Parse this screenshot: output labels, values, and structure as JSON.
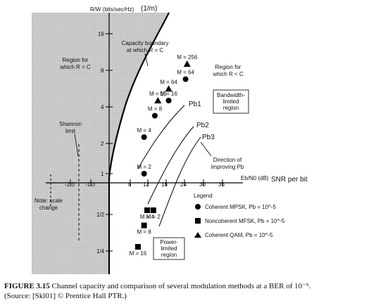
{
  "chart_data": {
    "type": "scatter",
    "y_axis_label": "R/W (bits/sec/Hz)",
    "y_axis_unit": "(1/m)",
    "x_axis_label_symbol": "Eb/N0 (dB)",
    "x_axis_label": "SNR per bit",
    "x_scale_left": "linear (scale change)",
    "x_scale_right": "dB",
    "y_scale": "log2",
    "xticks": [
      "-2.0",
      "-1.0",
      "6",
      "12",
      "18",
      "24",
      "30",
      "36"
    ],
    "yticks": [
      "16",
      "8",
      "4",
      "2",
      "1",
      "1/2",
      "1/4"
    ],
    "capacity_boundary_label": "Capacity boundary at which R = C",
    "region_above_label": "Region for which R > C",
    "region_below_label": "Region for which R < C",
    "shannon_limit_label": "Shannon limit",
    "note_label": "Note: scale change",
    "bandwidth_region_label": "Bandwidth-limited region",
    "power_region_label": "Power-limited region",
    "direction_label": "Direction of improving Pb",
    "pb_curves": [
      {
        "name": "Pb1"
      },
      {
        "name": "Pb2"
      },
      {
        "name": "Pb3"
      }
    ],
    "series": [
      {
        "name": "Coherent MPSK, Pb = 10^-5",
        "marker": "circle",
        "points": [
          {
            "label": "M = 2",
            "x": 10.5,
            "y": 1
          },
          {
            "label": "M = 4",
            "x": 10.5,
            "y": 2
          },
          {
            "label": "M = 8",
            "x": 14.0,
            "y": 3
          },
          {
            "label": "M = 16",
            "x": 18.5,
            "y": 4
          },
          {
            "label": "M = 64",
            "x": 24.0,
            "y": 6
          }
        ]
      },
      {
        "name": "Noncoherent MFSK, Pb = 10^-5",
        "marker": "square",
        "points": [
          {
            "label": "M = 4",
            "x": 11.5,
            "y": 0.5
          },
          {
            "label": "M = 2",
            "x": 13.5,
            "y": 0.5
          },
          {
            "label": "M = 8",
            "x": 10.5,
            "y": 0.375
          },
          {
            "label": "M = 16",
            "x": 8.5,
            "y": 0.25
          }
        ]
      },
      {
        "name": "Coherent QAM, Pb = 10^-5",
        "marker": "triangle",
        "points": [
          {
            "label": "M = 16",
            "x": 15.0,
            "y": 4
          },
          {
            "label": "M = 64",
            "x": 18.5,
            "y": 5
          },
          {
            "label": "M = 256",
            "x": 24.5,
            "y": 8
          }
        ]
      }
    ],
    "legend_title": "Legend",
    "legend": [
      {
        "marker": "circle",
        "label": "Coherent MPSK, Pb = 10^-5"
      },
      {
        "marker": "square",
        "label": "Noncoherent MFSK, Pb = 10^-5"
      },
      {
        "marker": "triangle",
        "label": "Coherent QAM, Pb = 10^-5"
      }
    ]
  },
  "caption": {
    "figure_label": "FIGURE 3.15",
    "text": "Channel capacity and comparison of several modulation methods at a BER of 10⁻⁵.",
    "source": "(Source: [Skl01] © Prentice Hall PTR.)"
  }
}
